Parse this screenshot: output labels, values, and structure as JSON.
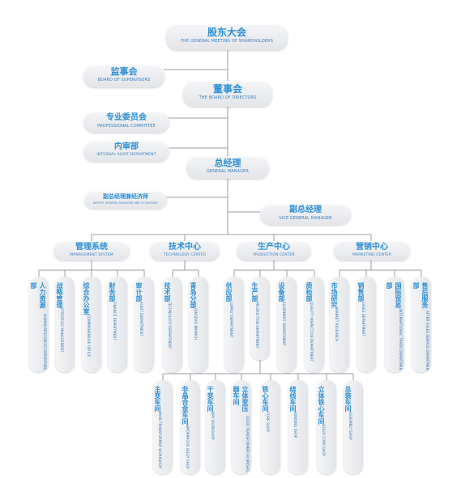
{
  "top": [
    {
      "id": "shareholders",
      "zh": "股东大会",
      "en": "THE GENERAL MEETING OF SHAREHOLDERS"
    },
    {
      "id": "supervisors",
      "zh": "监事会",
      "en": "BOARD OF SUPERVISORS"
    },
    {
      "id": "directors",
      "zh": "董事会",
      "en": "THE BOARD OF DIRECTORS"
    },
    {
      "id": "committee",
      "zh": "专业委员会",
      "en": "PROFESSIONAL COMMITTEE"
    },
    {
      "id": "audit",
      "zh": "内审部",
      "en": "INTERNAL AUDIT DEPARTMENT"
    },
    {
      "id": "gm",
      "zh": "总经理",
      "en": "GENERAL MANAGER"
    },
    {
      "id": "deputy",
      "zh": "副总经理兼经济师",
      "en": "DEPUTY GENERAL MANAGER AND ECONOMIST"
    },
    {
      "id": "vice",
      "zh": "副总经理",
      "en": "VICE GENERAL MANAGER"
    }
  ],
  "centers": [
    {
      "zh": "管理系统",
      "en": "MANAGEMENT SYSTEM"
    },
    {
      "zh": "技术中心",
      "en": "TECHNOLOGY CENTER"
    },
    {
      "zh": "生产中心",
      "en": "PRODUCTION CENTER"
    },
    {
      "zh": "营销中心",
      "en": "MARKETING CENTER"
    }
  ],
  "departments": [
    {
      "zh": "人力资源部",
      "en": "HUMAN RESOURCES DEPARTMENT"
    },
    {
      "zh": "战略管理",
      "en": "STRATEGIC MANAGEMENT"
    },
    {
      "zh": "综合办公室",
      "en": "COMPREHENSIVE OFFICE"
    },
    {
      "zh": "财务部",
      "en": "FINANCE DEPARTMENT"
    },
    {
      "zh": "审计部",
      "en": "AUDIT DEPARTMENT"
    },
    {
      "zh": "技术部",
      "en": "TECHNOLOGY DEPARTMENT"
    },
    {
      "zh": "青岛分部",
      "en": "QINGDAO BRANCH"
    },
    {
      "zh": "供应部",
      "en": "SUPPLY DEPARTMENT"
    },
    {
      "zh": "生产部",
      "en": "PRODUCTION DEPARTMENT"
    },
    {
      "zh": "设备部",
      "en": "EQUIPMENT DEPARTMENT"
    },
    {
      "zh": "质检部",
      "en": "QUALITY INSPECTION DEPARTMENT"
    },
    {
      "zh": "市场研究",
      "en": "MARKET RESEARCH"
    },
    {
      "zh": "销售部",
      "en": "SALES DEPARTMENT"
    },
    {
      "zh": "国际贸易部",
      "en": "INTERNATIONAL TRADE DEPARTMENT"
    },
    {
      "zh": "售后服务部",
      "en": "AFTER SALES SERVICE DEPARTMENT"
    }
  ],
  "workshops": [
    {
      "zh": "主变车间",
      "en": "MAIN TRANSFORMER WORKSHOP"
    },
    {
      "zh": "非晶合金车间",
      "en": "AMORPHOUS ALLOY SHOP"
    },
    {
      "zh": "干变车间",
      "en": "DRY WORKSHOP"
    },
    {
      "zh": "立体变压器车间",
      "en": "SOLID TRANSFORMER WORKSHOP"
    },
    {
      "zh": "铁心车间",
      "en": "CORE SHOP"
    },
    {
      "zh": "绕线车间",
      "en": "WINDING SHOP"
    },
    {
      "zh": "立体铁心车间",
      "en": "SOLID CORE SHOP"
    },
    {
      "zh": "总装车间",
      "en": "ASSEMBLY SHOP"
    }
  ],
  "colors": {
    "accent": "#2d8fd6",
    "line": "#9a9ea6"
  }
}
